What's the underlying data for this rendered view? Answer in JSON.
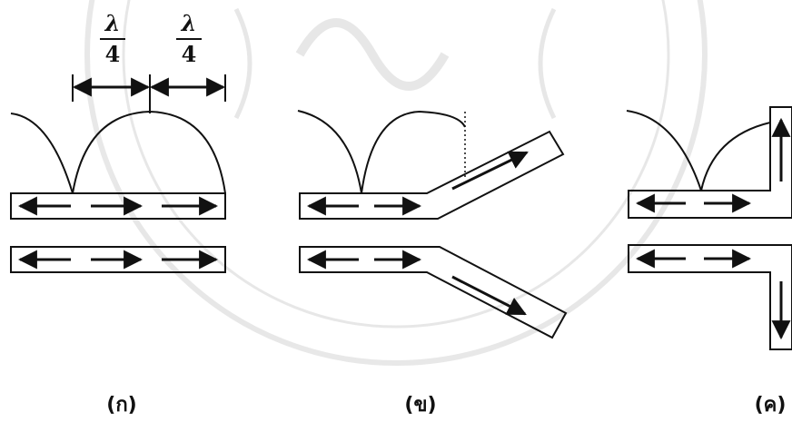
{
  "dimension_labels": {
    "first": {
      "numerator": "λ",
      "denominator": "4"
    },
    "second": {
      "numerator": "λ",
      "denominator": "4"
    }
  },
  "panels": [
    {
      "label": "(ก)"
    },
    {
      "label": "(ข)"
    },
    {
      "label": "(ค)"
    }
  ],
  "colors": {
    "stroke": "#111111",
    "watermark": "#cfcfcf"
  }
}
